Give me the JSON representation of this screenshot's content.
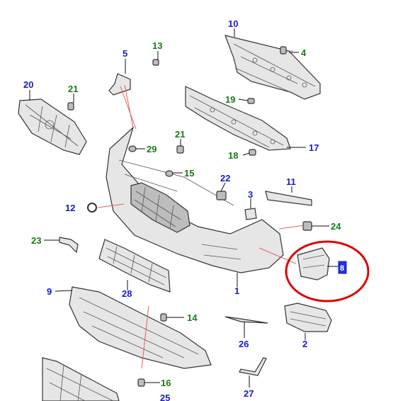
{
  "callouts": {
    "c1": "1",
    "c2": "2",
    "c3": "3",
    "c4": "4",
    "c5": "5",
    "c8": "8",
    "c9": "9",
    "c10": "10",
    "c11": "11",
    "c12": "12",
    "c13": "13",
    "c14": "14",
    "c15": "15",
    "c16": "16",
    "c17": "17",
    "c18": "18",
    "c19": "19",
    "c20": "20",
    "c21a": "21",
    "c21b": "21",
    "c22": "22",
    "c23": "23",
    "c24": "24",
    "c25": "25",
    "c26": "26",
    "c27": "27",
    "c28": "28",
    "c29": "29"
  },
  "colors": {
    "part_number": "#1a1acc",
    "fastener_number": "#1a7a1a",
    "highlight": "#e00000"
  }
}
